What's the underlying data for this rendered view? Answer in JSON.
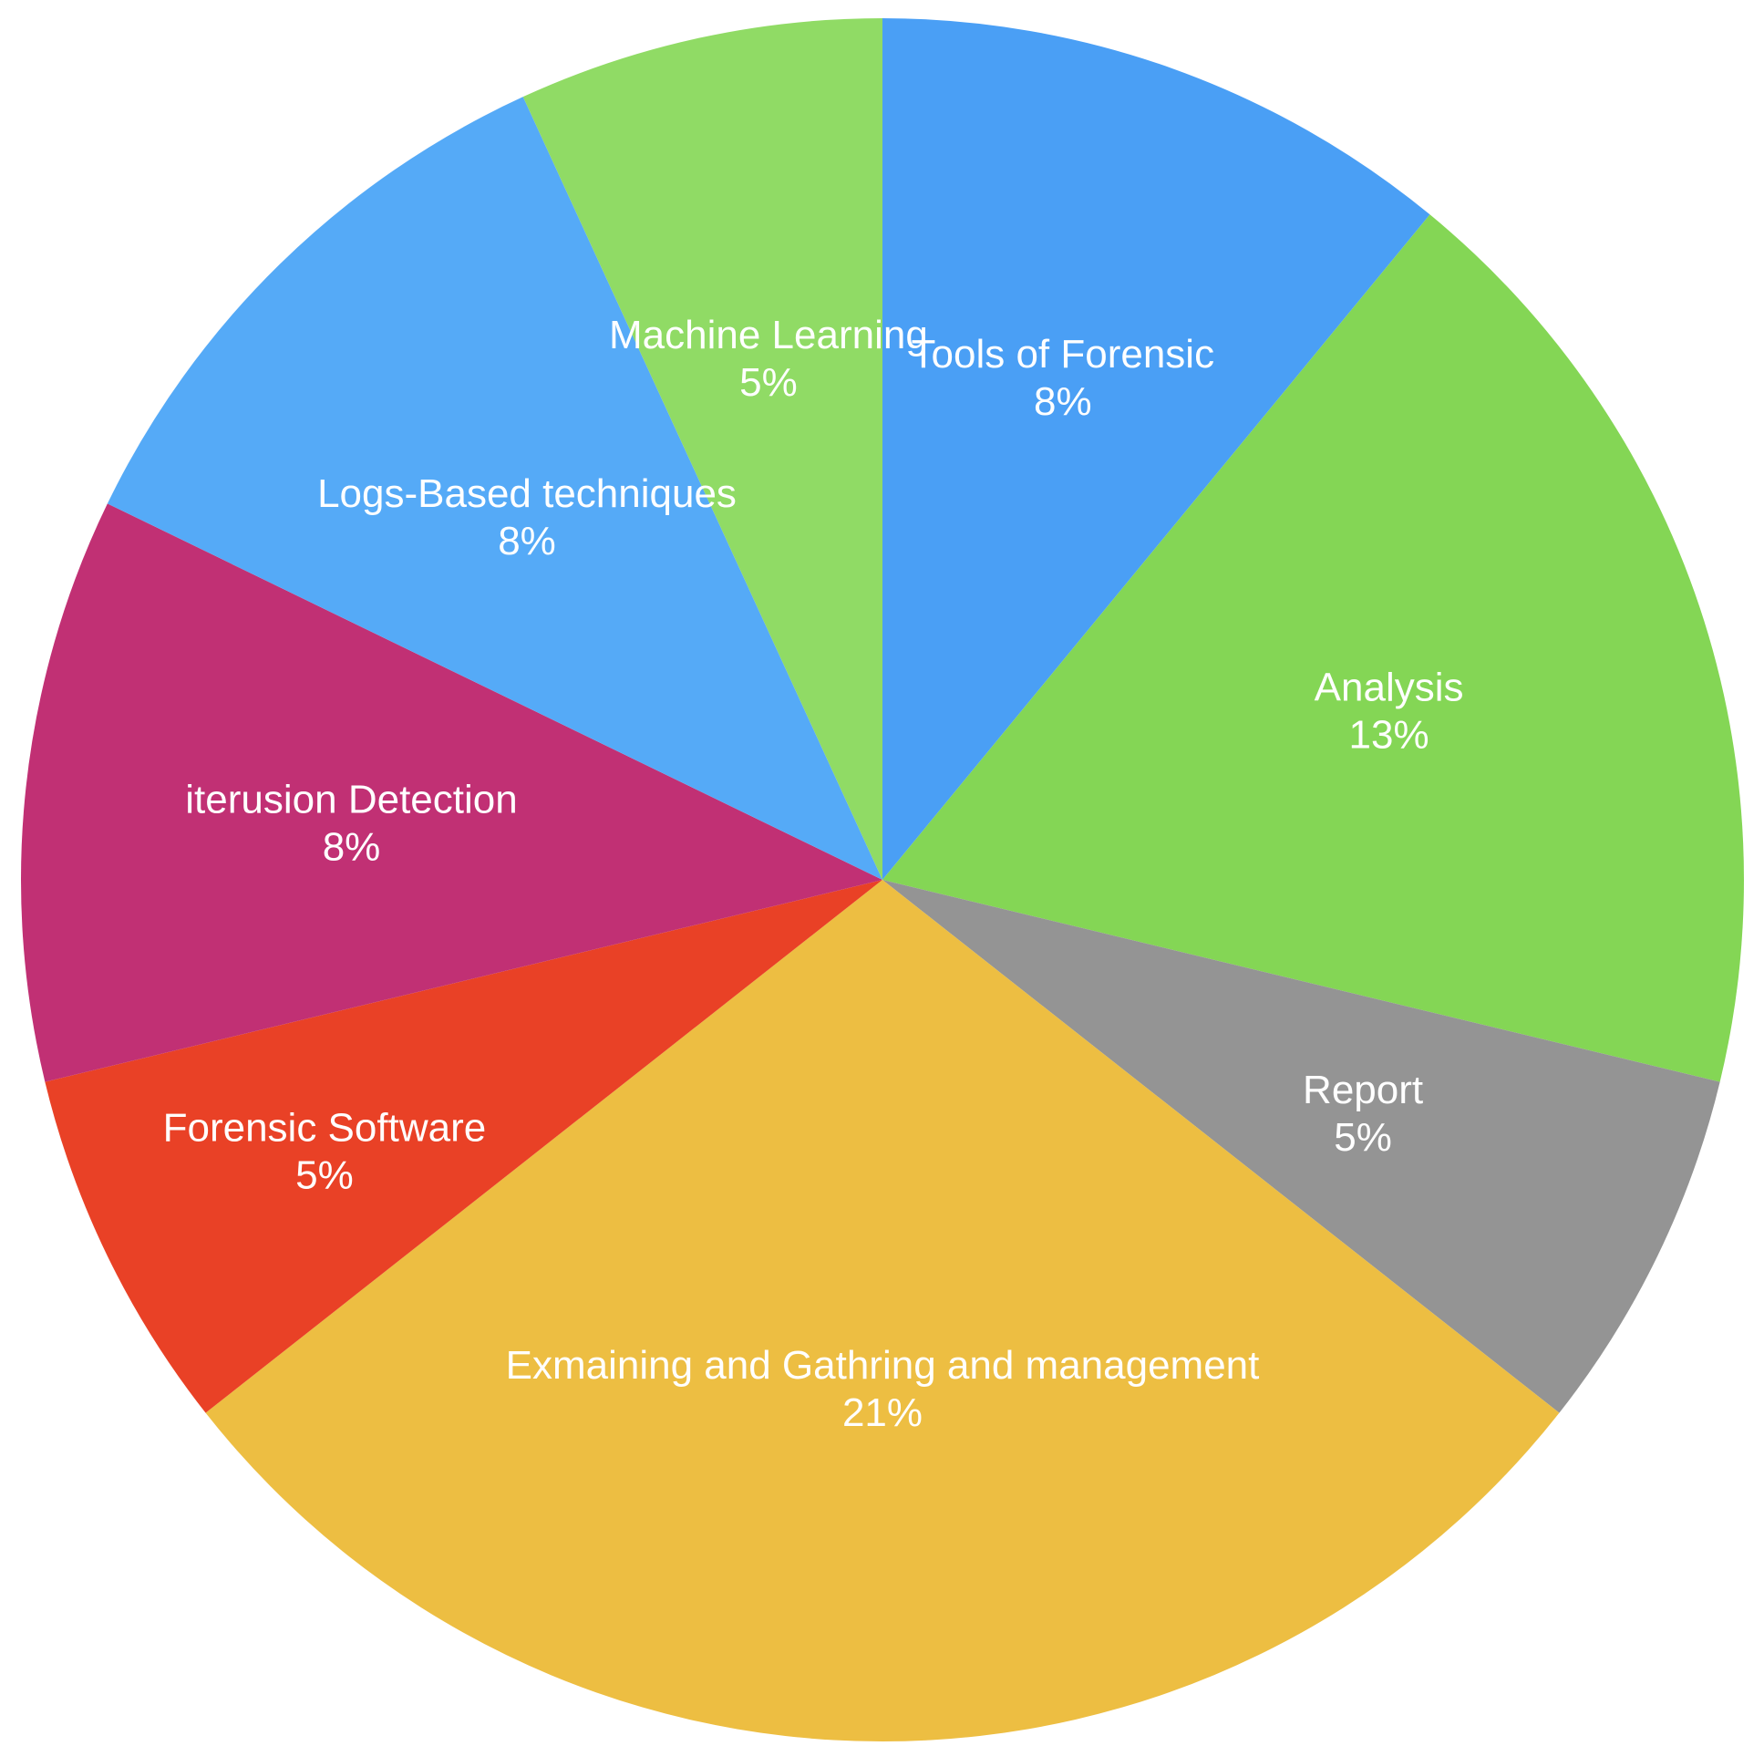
{
  "chart_data": {
    "type": "pie",
    "title": "",
    "slices": [
      {
        "label": "Tools of Forensic",
        "value": 8,
        "display": "8%",
        "color": "#4A9FF5"
      },
      {
        "label": "Analysis",
        "value": 13,
        "display": "13%",
        "color": "#84D655"
      },
      {
        "label": "Report",
        "value": 5,
        "display": "5%",
        "color": "#949494"
      },
      {
        "label": "Exmaining and Gathring and management",
        "value": 21,
        "display": "21%",
        "color": "#EDBE42"
      },
      {
        "label": "Forensic Software",
        "value": 5,
        "display": "5%",
        "color": "#E94126"
      },
      {
        "label": "iterusion Detection",
        "value": 8,
        "display": "8%",
        "color": "#C13074"
      },
      {
        "label": "Logs-Based techniques",
        "value": 8,
        "display": "8%",
        "color": "#55AAF7"
      },
      {
        "label": "Machine Learning",
        "value": 5,
        "display": "5%",
        "color": "#90DB65"
      }
    ]
  }
}
